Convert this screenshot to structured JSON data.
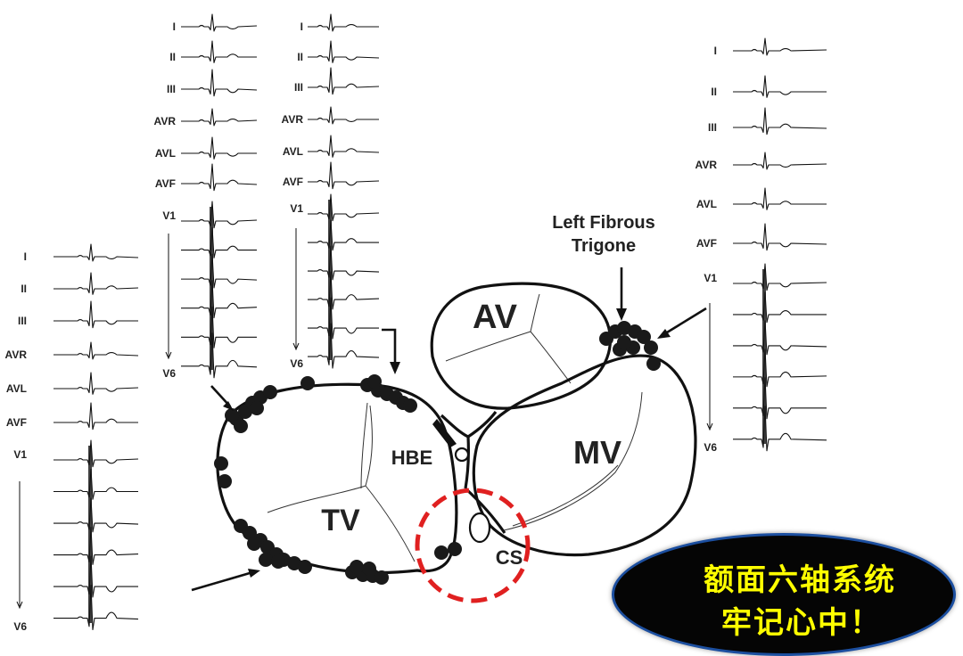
{
  "ecg_panels": [
    {
      "leads": [
        "I",
        "II",
        "III",
        "AVR",
        "AVL",
        "AVF",
        "V1",
        "V6"
      ]
    },
    {
      "leads": [
        "I",
        "II",
        "III",
        "AVR",
        "AVL",
        "AVF",
        "V1",
        "V6"
      ]
    },
    {
      "leads": [
        "I",
        "II",
        "III",
        "AVR",
        "AVL",
        "AVF",
        "V1",
        "V6"
      ]
    },
    {
      "leads": [
        "I",
        "II",
        "III",
        "AVR",
        "AVL",
        "AVF",
        "V1",
        "V6"
      ]
    }
  ],
  "diagram": {
    "trigone_label_line1": "Left Fibrous",
    "trigone_label_line2": "Trigone",
    "av_label": "AV",
    "mv_label": "MV",
    "tv_label": "TV",
    "hbe_label": "HBE",
    "cs_label": "CS",
    "highlight_color": "#e02020"
  },
  "note": {
    "line1": "额面六轴系统",
    "line2": "牢记心中！",
    "text_color": "#ffff00"
  }
}
